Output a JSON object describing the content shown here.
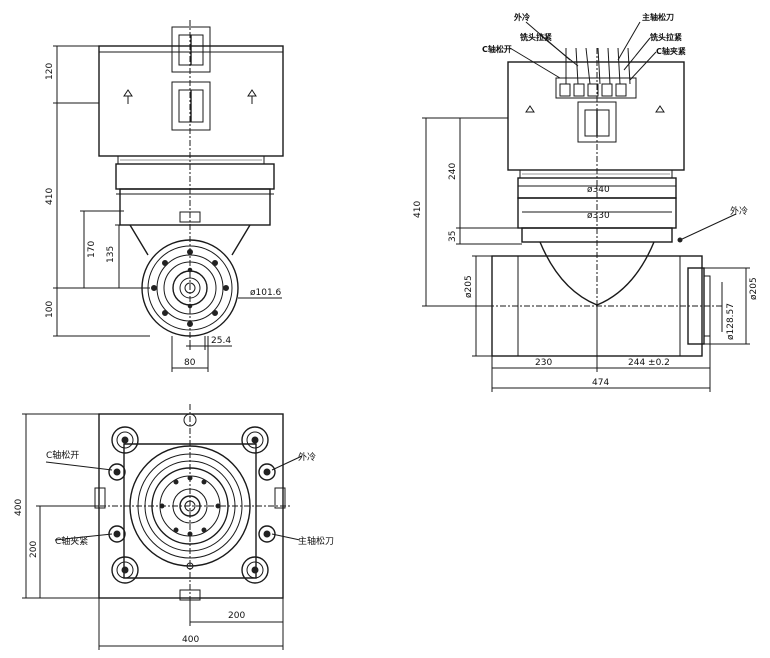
{
  "front_view": {
    "dims": {
      "d120": "120",
      "d410": "410",
      "d170": "170",
      "d135": "135",
      "d100": "100",
      "phi101_6": "ø101.6",
      "d25_4": "25.4",
      "d80": "80"
    }
  },
  "side_view": {
    "labels": {
      "coolant_out": "外冷",
      "spindle_release": "主轴松刀",
      "clamp_pull": "铣头拉紧",
      "c_axis_release": "C轴松开",
      "c_axis_clamp": "C轴夹紧"
    },
    "dims": {
      "d240": "240",
      "d410": "410",
      "d35": "35",
      "phi205_left": "ø205",
      "phi340": "ø340",
      "phi330": "ø330",
      "phi128_57": "ø128.57",
      "phi205_right": "ø205",
      "d230": "230",
      "d244": "244 ±0.2",
      "d474": "474"
    },
    "coolant_callout": "外冷"
  },
  "top_view": {
    "labels": {
      "c_axis_release": "C轴松开",
      "c_axis_clamp": "C轴夹紧",
      "coolant_out": "外冷",
      "spindle_release": "主轴松刀"
    },
    "dims": {
      "d400_vertical": "400",
      "d200_vertical": "200",
      "d200_horizontal": "200",
      "d400_horizontal": "400"
    }
  }
}
